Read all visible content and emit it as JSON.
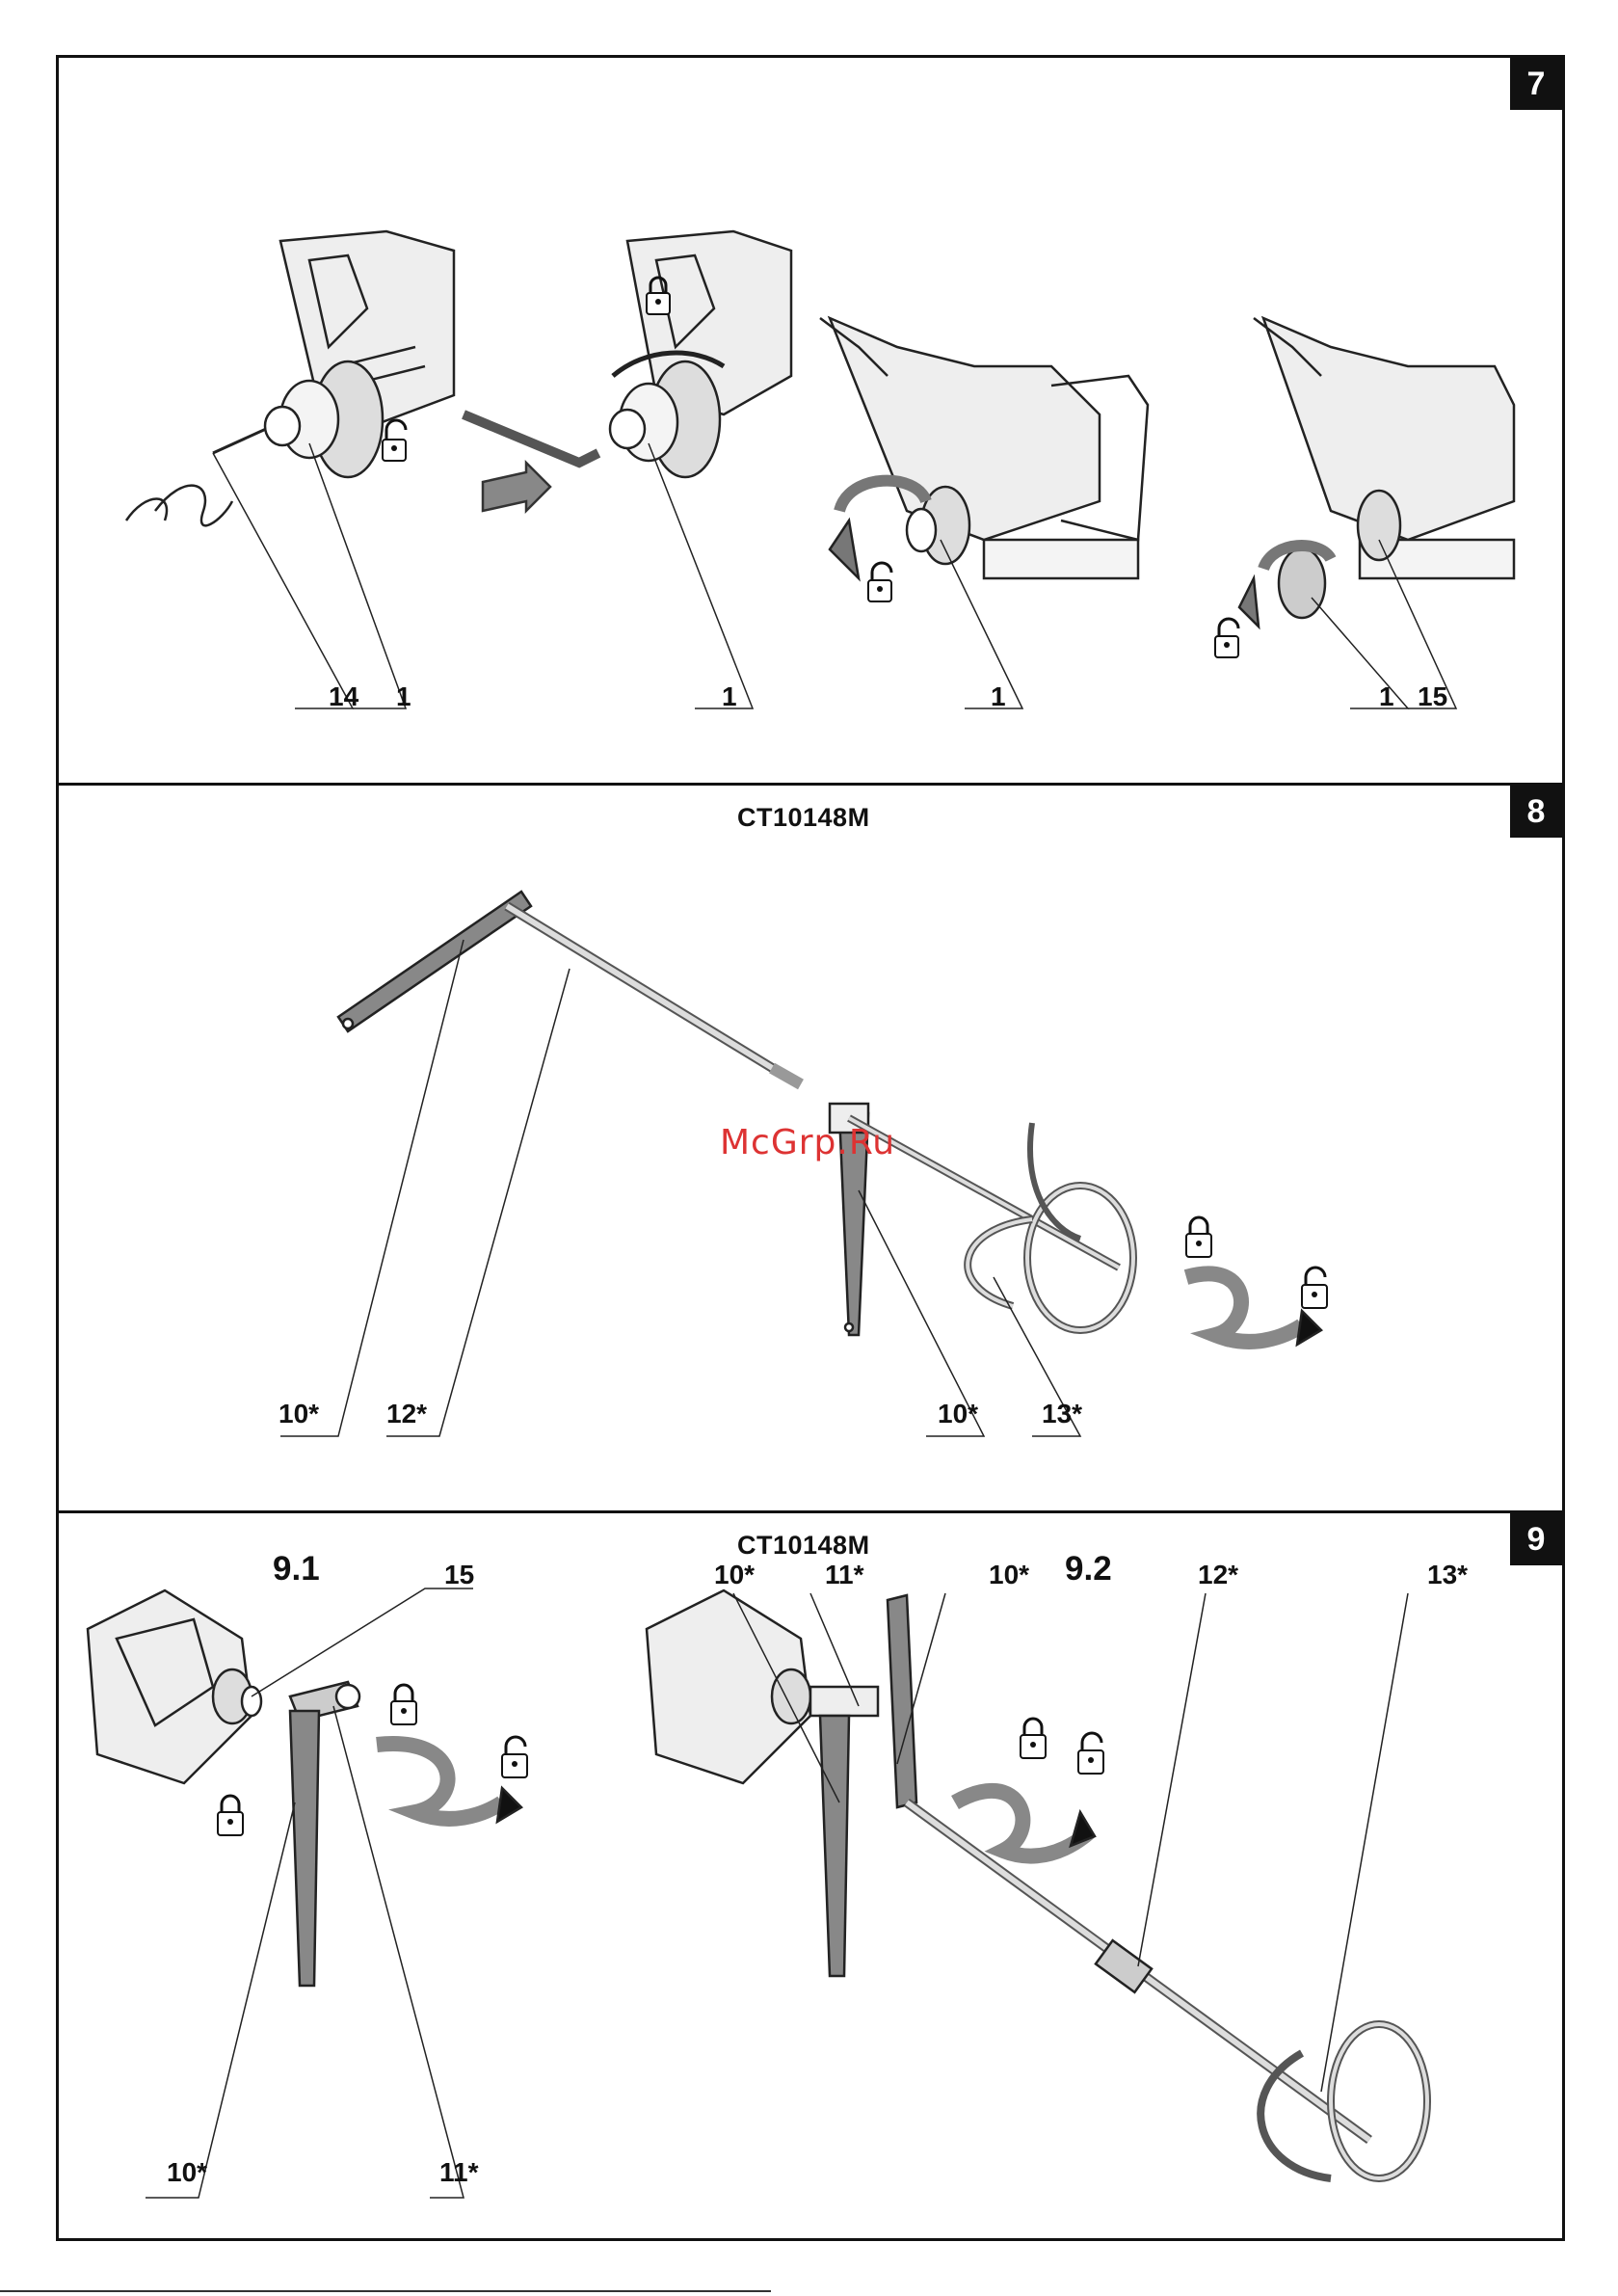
{
  "panel7": {
    "number": "7",
    "labels": [
      "14",
      "1",
      "1",
      "1",
      "1",
      "15"
    ]
  },
  "panel8": {
    "number": "8",
    "model": "CT10148M",
    "labels": [
      "10*",
      "12*",
      "10*",
      "13*"
    ]
  },
  "panel9": {
    "number": "9",
    "model": "CT10148M",
    "sub_left": "9.1",
    "sub_right": "9.2",
    "labels_left": [
      "15",
      "10*",
      "11*"
    ],
    "labels_right": [
      "10*",
      "11*",
      "10*",
      "12*",
      "13*"
    ]
  },
  "watermark": "McGrp.Ru",
  "icons": [
    "padlock-closed-icon",
    "padlock-open-icon",
    "rotation-arrow-icon",
    "push-arrow-icon"
  ]
}
